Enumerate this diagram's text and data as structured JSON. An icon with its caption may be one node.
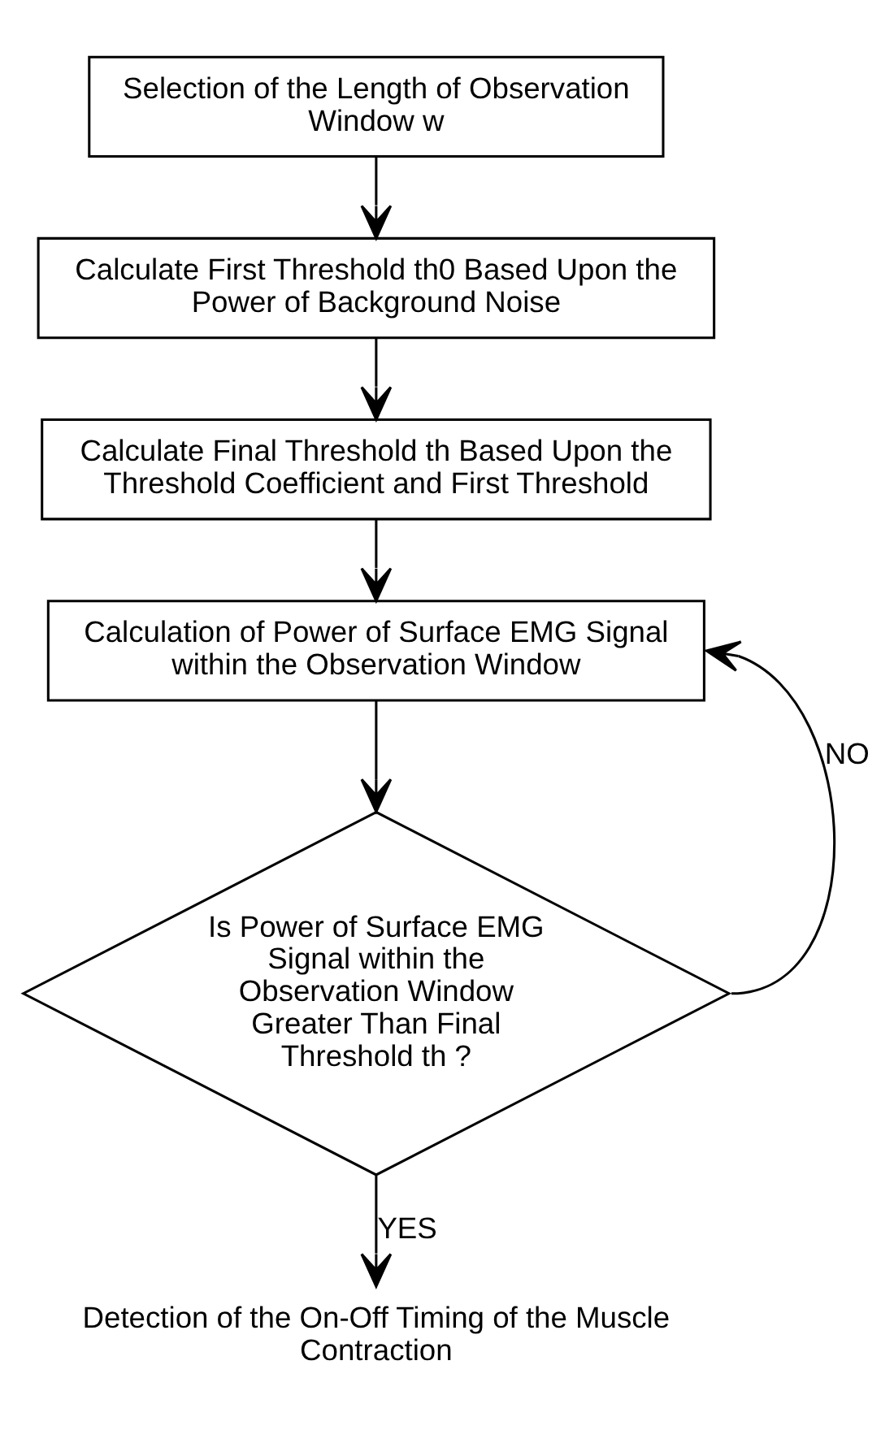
{
  "diagram": {
    "nodes": [
      {
        "text": [
          "Selection of the Length of Observation Window w"
        ]
      },
      {
        "text": [
          "Calculate First Threshold th0 Based Upon the Power of Background Noise"
        ]
      },
      {
        "text": [
          "Calculate Final Threshold th Based Upon the Threshold Coefficient and First Threshold"
        ]
      },
      {
        "text": [
          "Calculation of Power of Surface EMG Signal within the Observation Window"
        ]
      },
      {
        "text": [
          "Is Power of Surface EMG Signal within the Observation Window Greater Than Final Threshold th ?"
        ]
      },
      {
        "text": [
          "Detection of the On-Off Timing of the Muscle Contraction"
        ]
      }
    ],
    "edges": [
      {
        "from": 0,
        "to": 1,
        "arrow": "to"
      },
      {
        "from": 1,
        "to": 2,
        "arrow": "to"
      },
      {
        "from": 2,
        "to": 3,
        "arrow": "to"
      },
      {
        "from": 3,
        "to": 4,
        "arrow": "to"
      },
      {
        "from": 4,
        "to": 5,
        "arrow": "to",
        "label": "YES"
      },
      {
        "from": 4,
        "to": 3,
        "arrow": "to",
        "label": "NO"
      }
    ]
  }
}
